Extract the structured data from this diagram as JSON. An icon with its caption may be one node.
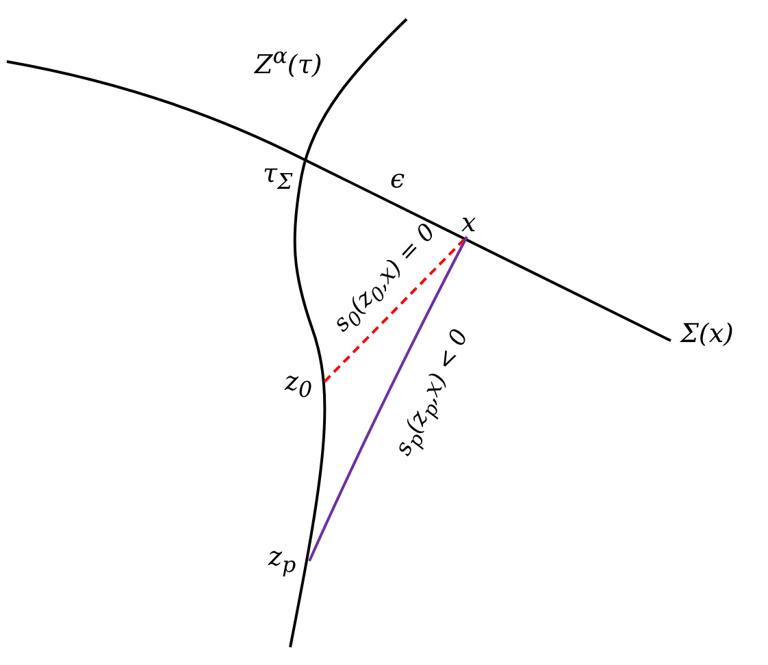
{
  "diagram": {
    "nodes": [
      {
        "text": [
          "x"
        ]
      },
      {
        "text": [
          "z$_{0}$"
        ]
      },
      {
        "text": [
          "z$_{p}$"
        ]
      }
    ],
    "edges": [
      {
        "from": 1,
        "to": 0,
        "arrow": "none",
        "label": "s$_{0}$(z$_{0}$,x) = 0",
        "style": "dashed",
        "color": "#ff0000"
      },
      {
        "from": 2,
        "to": 0,
        "arrow": "none",
        "label": "s$_{p}$(z$_{p}$,x) < 0",
        "color": "#7030a0"
      }
    ],
    "labels": [
      "Z$^{α}$(τ)",
      "τ$_{Σ}$",
      "ϵ",
      "Σ(x)"
    ]
  }
}
